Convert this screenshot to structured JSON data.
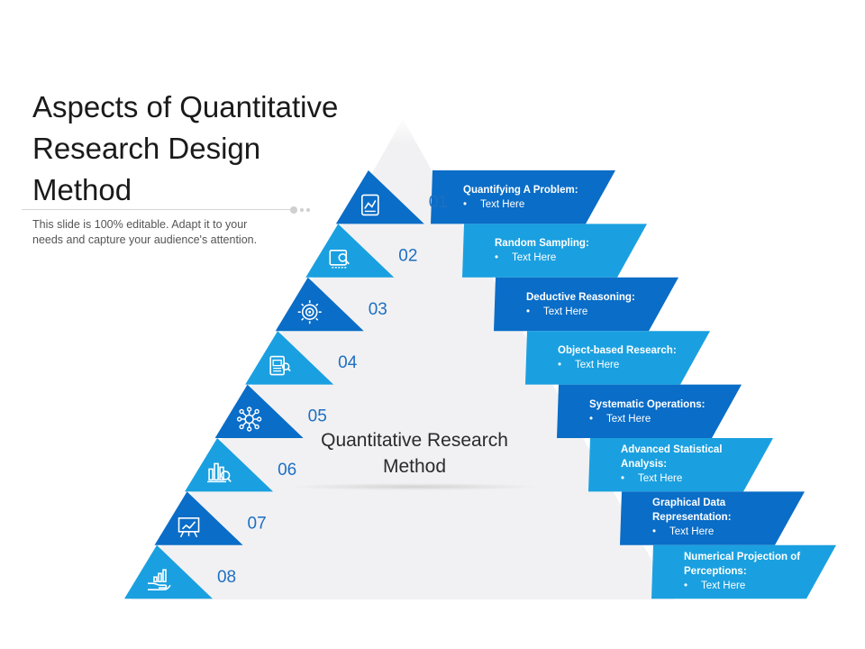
{
  "title": "Aspects of Quantitative Research Design Method",
  "subtitle": "This slide is 100% editable. Adapt it to your needs and capture your audience's attention.",
  "center_label": "Quantitative Research Method",
  "colors": {
    "dark_blue": "#0a6dc7",
    "light_blue": "#1aa0e0",
    "triangle": "#f1f1f3",
    "number": "#1e6fc2"
  },
  "steps": [
    {
      "num": "01",
      "heading": "Quantifying A Problem:",
      "bullet": "Text Here",
      "icon": "chart-board-icon"
    },
    {
      "num": "02",
      "heading": "Random Sampling:",
      "bullet": "Text Here",
      "icon": "search-data-icon"
    },
    {
      "num": "03",
      "heading": "Deductive Reasoning:",
      "bullet": "Text Here",
      "icon": "target-gear-icon"
    },
    {
      "num": "04",
      "heading": "Object-based Research:",
      "bullet": "Text Here",
      "icon": "research-report-icon"
    },
    {
      "num": "05",
      "heading": "Systematic Operations:",
      "bullet": "Text Here",
      "icon": "network-gear-icon"
    },
    {
      "num": "06",
      "heading": "Advanced Statistical Analysis:",
      "bullet": "Text Here",
      "icon": "bar-chart-magnifier-icon"
    },
    {
      "num": "07",
      "heading": "Graphical Data Representation:",
      "bullet": "Text Here",
      "icon": "presentation-chart-icon"
    },
    {
      "num": "08",
      "heading": "Numerical Projection of Perceptions:",
      "bullet": "Text Here",
      "icon": "hand-growth-icon"
    }
  ]
}
